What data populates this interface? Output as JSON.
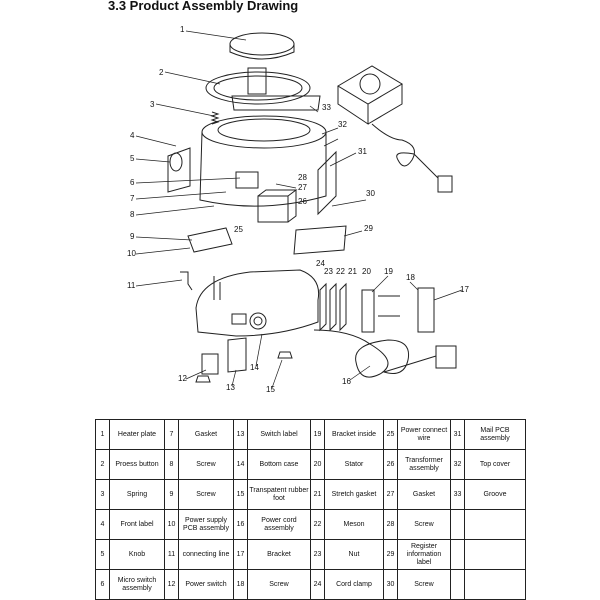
{
  "section_title": "3.3 Product Assembly Drawing",
  "callouts": [
    "1",
    "2",
    "3",
    "4",
    "5",
    "6",
    "7",
    "8",
    "9",
    "10",
    "11",
    "12",
    "13",
    "14",
    "15",
    "16",
    "17",
    "18",
    "19",
    "20",
    "21",
    "22",
    "23",
    "24",
    "25",
    "26",
    "27",
    "28",
    "29",
    "30",
    "31",
    "32",
    "33"
  ],
  "parts_table": {
    "rows": [
      [
        {
          "n": "1",
          "label": "Heater plate"
        },
        {
          "n": "7",
          "label": "Gasket"
        },
        {
          "n": "13",
          "label": "Switch label"
        },
        {
          "n": "19",
          "label": "Bracket inside"
        },
        {
          "n": "25",
          "label": "Power connect wire"
        },
        {
          "n": "31",
          "label": "Mail PCB assembly"
        }
      ],
      [
        {
          "n": "2",
          "label": "Proess button"
        },
        {
          "n": "8",
          "label": "Screw"
        },
        {
          "n": "14",
          "label": "Bottom case"
        },
        {
          "n": "20",
          "label": "Stator"
        },
        {
          "n": "26",
          "label": "Transformer assembly"
        },
        {
          "n": "32",
          "label": "Top cover"
        }
      ],
      [
        {
          "n": "3",
          "label": "Spring"
        },
        {
          "n": "9",
          "label": "Screw"
        },
        {
          "n": "15",
          "label": "Transpatent rubber foot"
        },
        {
          "n": "21",
          "label": "Stretch gasket"
        },
        {
          "n": "27",
          "label": "Gasket"
        },
        {
          "n": "33",
          "label": "Groove"
        }
      ],
      [
        {
          "n": "4",
          "label": "Front label"
        },
        {
          "n": "10",
          "label": "Power supply PCB assembly"
        },
        {
          "n": "16",
          "label": "Power cord assembly"
        },
        {
          "n": "22",
          "label": "Meson"
        },
        {
          "n": "28",
          "label": "Screw"
        },
        {
          "n": "",
          "label": ""
        }
      ],
      [
        {
          "n": "5",
          "label": "Knob"
        },
        {
          "n": "11",
          "label": "connecting line"
        },
        {
          "n": "17",
          "label": "Bracket"
        },
        {
          "n": "23",
          "label": "Nut"
        },
        {
          "n": "29",
          "label": "Register information label"
        },
        {
          "n": "",
          "label": ""
        }
      ],
      [
        {
          "n": "6",
          "label": "Micro switch assembly"
        },
        {
          "n": "12",
          "label": "Power switch"
        },
        {
          "n": "18",
          "label": "Screw"
        },
        {
          "n": "24",
          "label": "Cord clamp"
        },
        {
          "n": "30",
          "label": "Screw"
        },
        {
          "n": "",
          "label": ""
        }
      ]
    ]
  }
}
